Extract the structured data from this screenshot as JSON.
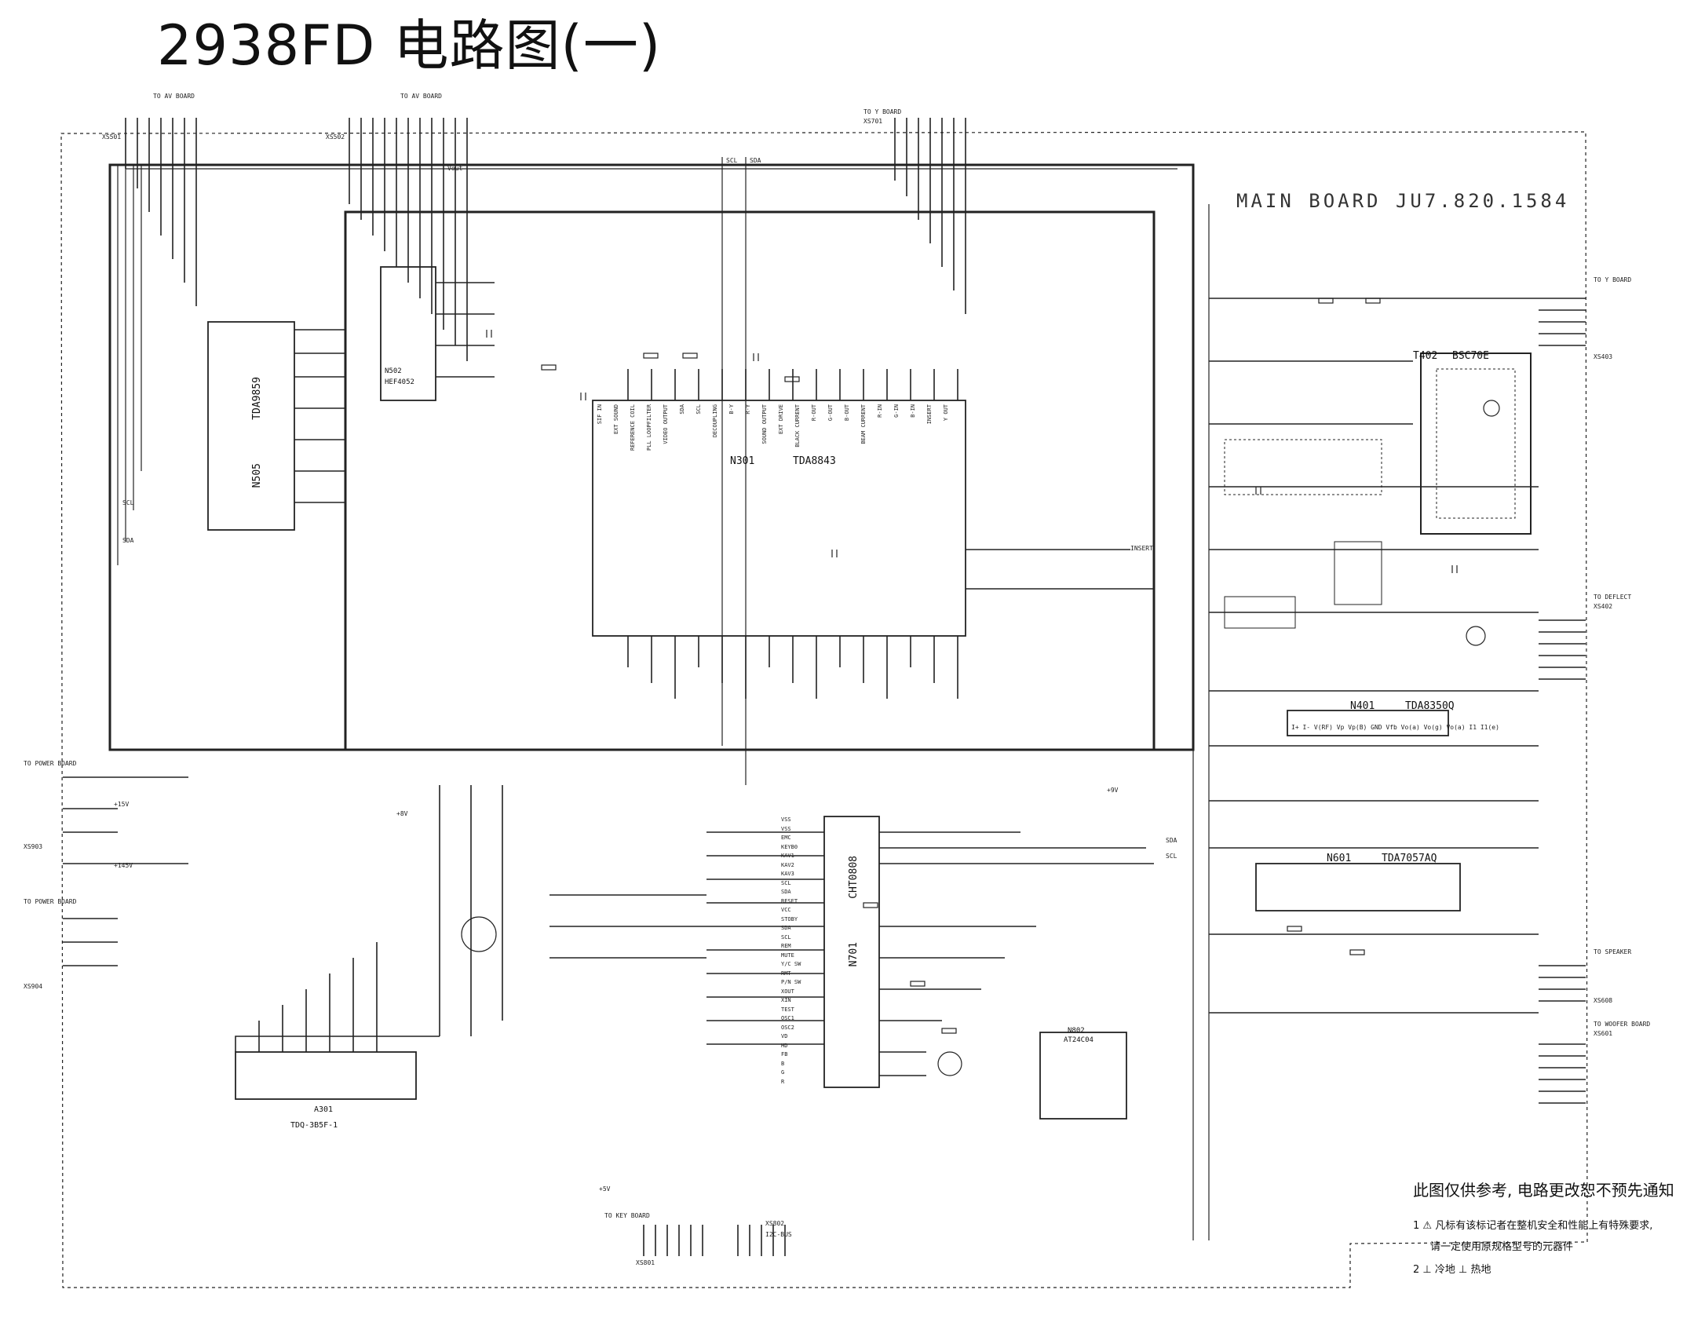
{
  "title": "2938FD 电路图(一)",
  "board_label": "MAIN BOARD JU7.820.1584",
  "notes": {
    "main": "此图仅供参考, 电路更改恕不预先通知",
    "item1": "1 ⚠ 凡标有该标记者在整机安全和性能上有特殊要求,",
    "item1b": "请一定使用原规格型号的元器件",
    "item2": "2 ⊥ 冷地   ⊥ 热地"
  },
  "ics": {
    "n301_ref": "N301",
    "n301_part": "TDA8843",
    "n401_ref": "N401",
    "n401_part": "TDA8350Q",
    "n601_ref": "N601",
    "n601_part": "TDA7057AQ",
    "n505": "N505",
    "tda9859": "TDA9859",
    "n502_ref": "N502",
    "n502_part": "HEF4052",
    "n701": "N701",
    "n701_part": "CHT0808",
    "n802_ref": "N802",
    "n802_part": "AT24C04",
    "t402": "T402",
    "t402_part": "BSC70E",
    "a301": "A301",
    "a301_part": "TDQ-3B5F-1"
  },
  "connectors": {
    "xs501": "XS501",
    "xs501_label": "TO AV BOARD",
    "xs502": "XS502",
    "xs502_label": "TO AV BOARD",
    "xs701": "XS701",
    "xs701_label": "TO Y BOARD",
    "xs903": "XS903",
    "xs903_label": "TO POWER BOARD",
    "xs904": "XS904",
    "xs904_label": "TO POWER BOARD",
    "xs403": "XS403",
    "xs403_label": "TO Y BOARD",
    "xs402": "XS402",
    "xs402_label": "TO DEFLECT",
    "xs608": "XS608",
    "xs608_label": "TO SPEAKER",
    "xs601": "XS601",
    "xs601_label": "TO WOOFER BOARD",
    "xs801": "XS801",
    "xs801_label": "TO KEY BOARD",
    "xs802": "XS802",
    "xs802_label": "I2C-BUS"
  },
  "nets": {
    "scl": "SCL",
    "sda": "SDA",
    "vout": "Vout",
    "v5": "+5V",
    "v8": "+8V",
    "v15": "+15V",
    "v145": "+145V",
    "v9": "+9V",
    "insert": "INSERT"
  },
  "n301_pins": [
    "SIF IN",
    "EXT SOUND",
    "REFERENCE COIL",
    "PLL LOOPFILTER",
    "VIDEO OUTPUT",
    "SDA",
    "SCL",
    "DECOUPLING",
    "B-Y",
    "R-Y",
    "SOUND OUTPUT",
    "EXT DRIVE",
    "BLACK CURRENT",
    "R-OUT",
    "G-OUT",
    "B-OUT",
    "BEAM CURRENT",
    "R-IN",
    "G-IN",
    "B-IN",
    "INSERT",
    "Y OUT"
  ],
  "n401_pins": "I+  I-  V(RF)  Vp  Vp(B)    GND   Vfb  Vo(a)  Vo(g)  Vo(a)  I1  I1(e)",
  "n701_pins": [
    "VSS",
    "VSS",
    "EMC",
    "KEYB0",
    "KAV1",
    "KAV2",
    "KAV3",
    "SCL",
    "SDA",
    "RESET",
    "VCC",
    "STOBY",
    "SDA",
    "SCL",
    "REM",
    "MUTE",
    "Y/C SW",
    "RMT",
    "P/N SW",
    "XOUT",
    "XIN",
    "TEST",
    "OSC1",
    "OSC2",
    "VD",
    "HD",
    "FB",
    "B",
    "G",
    "R"
  ]
}
